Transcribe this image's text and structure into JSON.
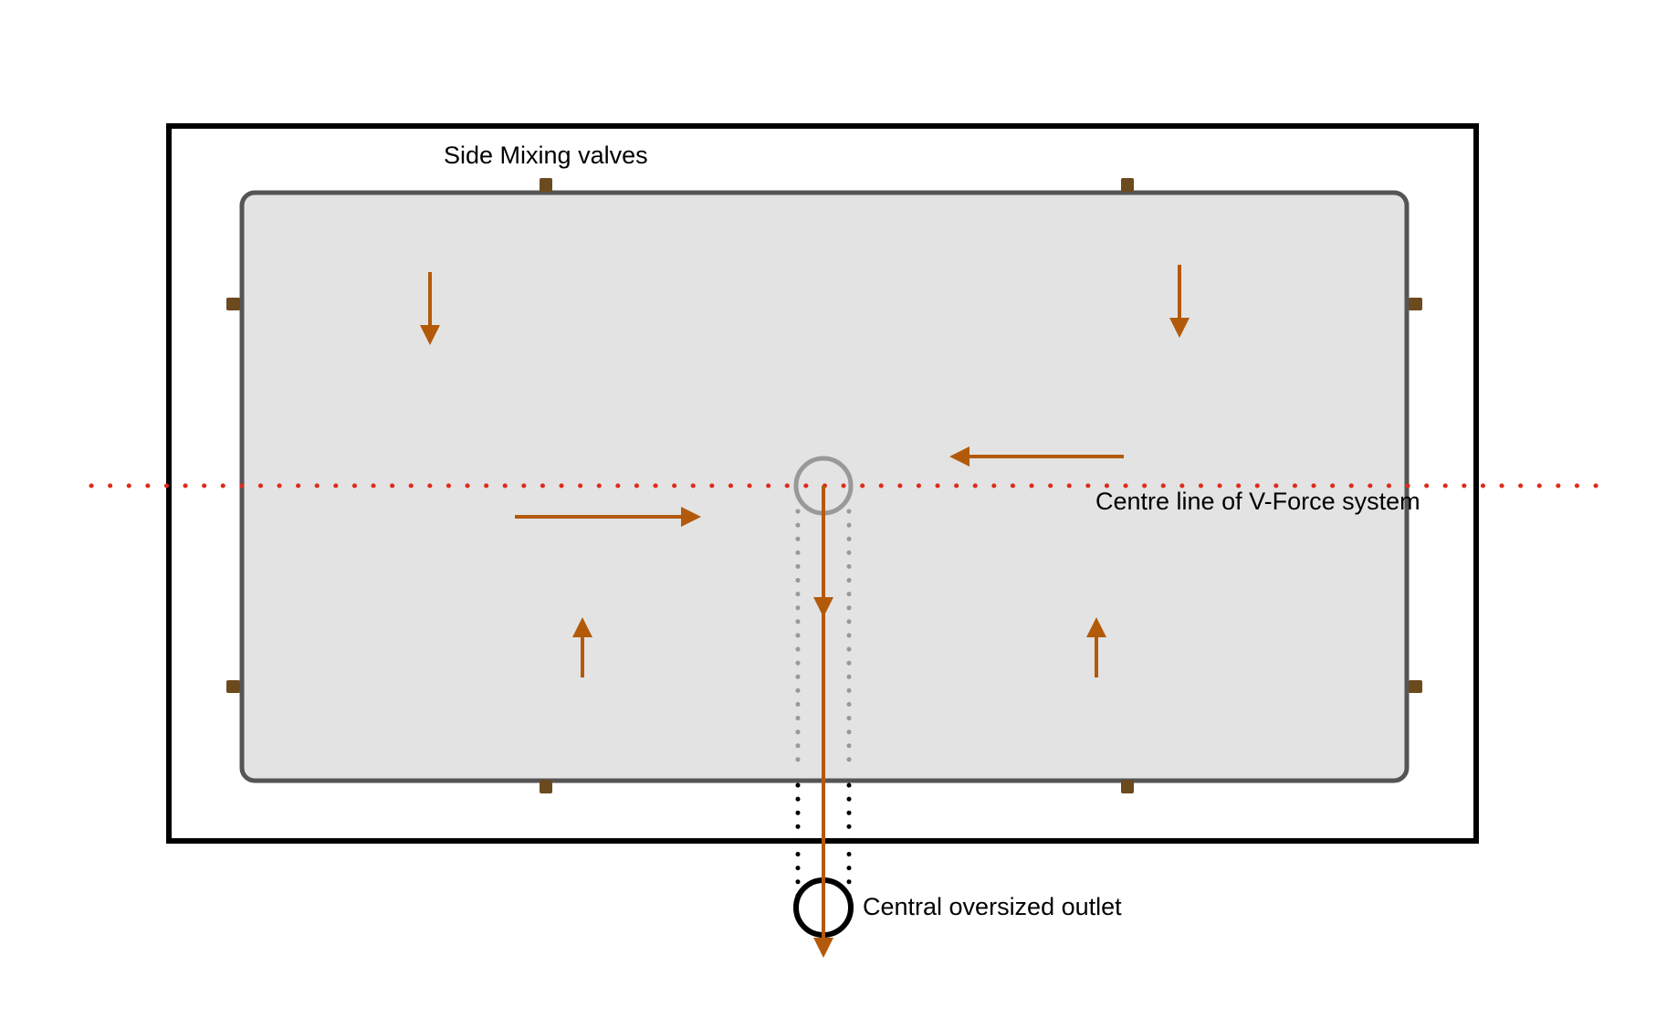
{
  "labels": {
    "side_mixing_valves": "Side Mixing valves",
    "centre_line": "Centre line of V-Force system",
    "central_outlet": "Central oversized outlet"
  },
  "colors": {
    "frame": "#000000",
    "pool_fill": "#e3e3e3",
    "pool_border": "#555555",
    "valve": "#6b4a1e",
    "flow_arrow": "#b35a0a",
    "centre_line": "#e02a1a",
    "drain_ring": "#999999",
    "outlet_ring": "#000000"
  },
  "flow_arrows": [
    {
      "name": "top-left-down-arrow",
      "direction": "down"
    },
    {
      "name": "top-right-down-arrow",
      "direction": "down"
    },
    {
      "name": "upper-right-left-arrow",
      "direction": "left"
    },
    {
      "name": "lower-left-right-arrow",
      "direction": "right"
    },
    {
      "name": "bottom-left-up-arrow",
      "direction": "up"
    },
    {
      "name": "bottom-right-up-arrow",
      "direction": "up"
    },
    {
      "name": "central-drain-down-arrow",
      "direction": "down"
    }
  ]
}
